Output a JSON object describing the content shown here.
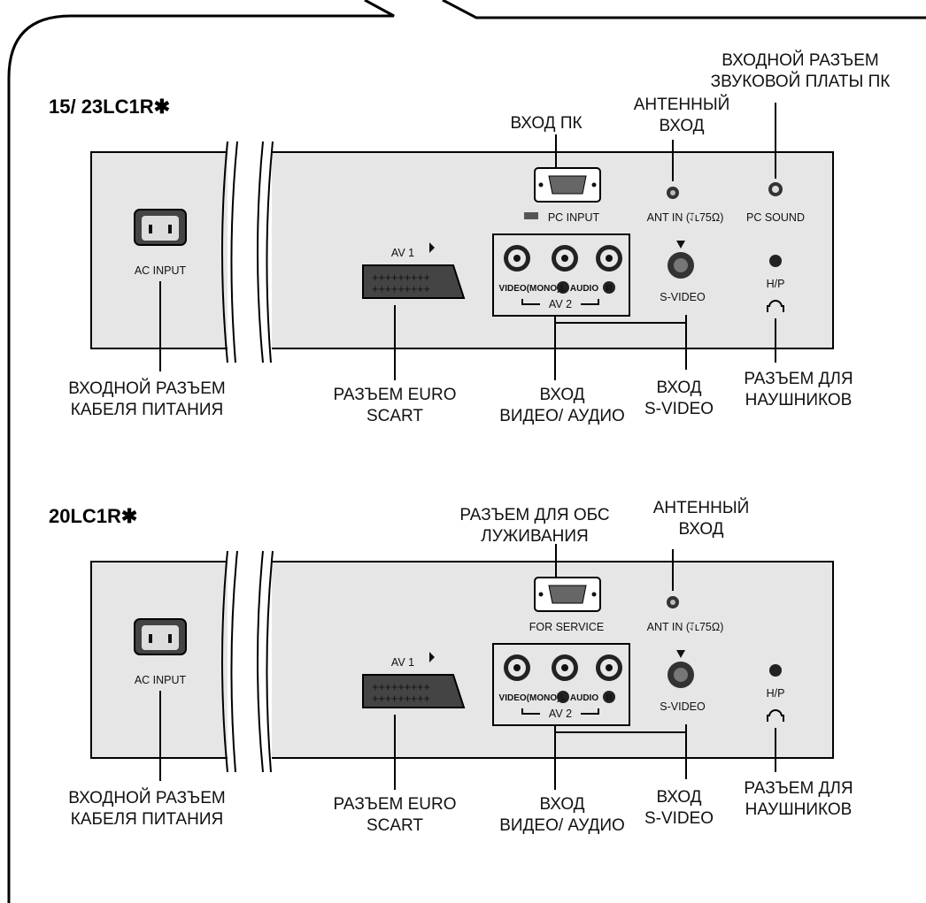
{
  "panels": [
    {
      "model": "15/ 23LC1R✱",
      "has_pc_sound": true,
      "port_labels": {
        "ac_input": "AC INPUT",
        "pc_input": "PC INPUT",
        "ant_in": "ANT IN (⥡ʟ75Ω)",
        "pc_sound": "PC SOUND",
        "av1": "AV 1",
        "video_mono": "VIDEO(MONO)",
        "audio": "AUDIO",
        "av2": "AV 2",
        "s_video": "S-VIDEO",
        "hp": "H/P"
      },
      "callouts": {
        "power": [
          "ВХОДНОЙ РАЗЪЕМ",
          "КАБЕЛЯ ПИТАНИЯ"
        ],
        "scart": [
          "РАЗЪЕМ EURO",
          "SCART"
        ],
        "video_audio": [
          "ВХОД",
          "ВИДЕО/ АУДИО"
        ],
        "s_video": [
          "ВХОД",
          "S-VIDEO"
        ],
        "headphones": [
          "РАЗЪЕМ ДЛЯ",
          "НАУШНИКОВ"
        ],
        "pc_input": [
          "ВХОД ПК"
        ],
        "antenna": [
          "АНТЕННЫЙ",
          "ВХОД"
        ],
        "pc_sound": [
          "ВХОДНОЙ РАЗЪЕМ",
          "ЗВУКОВОЙ ПЛАТЫ ПК"
        ]
      }
    },
    {
      "model": "20LC1R✱",
      "has_pc_sound": false,
      "port_labels": {
        "ac_input": "AC INPUT",
        "pc_input": "FOR SERVICE",
        "ant_in": "ANT IN (⥡ʟ75Ω)",
        "av1": "AV 1",
        "video_mono": "VIDEO(MONO)",
        "audio": "AUDIO",
        "av2": "AV 2",
        "s_video": "S-VIDEO",
        "hp": "H/P"
      },
      "callouts": {
        "power": [
          "ВХОДНОЙ РАЗЪЕМ",
          "КАБЕЛЯ ПИТАНИЯ"
        ],
        "scart": [
          "РАЗЪЕМ EURO",
          "SCART"
        ],
        "video_audio": [
          "ВХОД",
          "ВИДЕО/ АУДИО"
        ],
        "s_video": [
          "ВХОД",
          "S-VIDEO"
        ],
        "headphones": [
          "РАЗЪЕМ ДЛЯ",
          "НАУШНИКОВ"
        ],
        "pc_input": [
          "РАЗЪЕМ ДЛЯ ОБС",
          "ЛУЖИВАНИЯ"
        ],
        "antenna": [
          "АНТЕННЫЙ",
          "ВХОД"
        ]
      }
    }
  ]
}
